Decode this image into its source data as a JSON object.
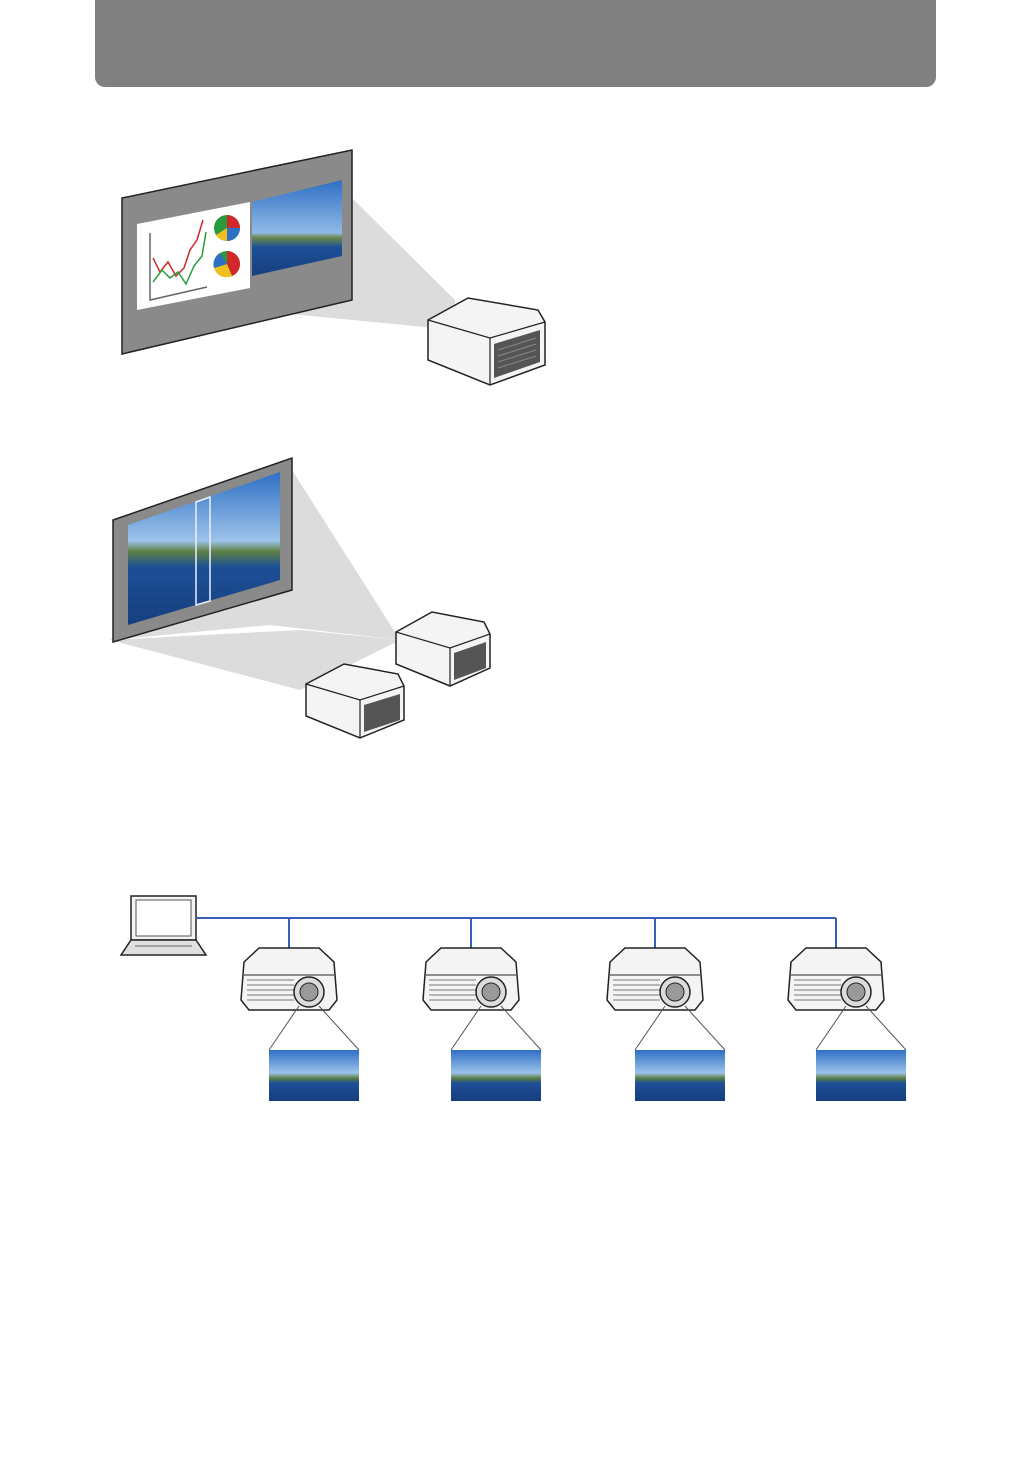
{
  "header": {
    "band_color": "#808080"
  },
  "figures": [
    {
      "name": "pip-projection",
      "projectors": 1
    },
    {
      "name": "edge-blending",
      "projectors": 2
    },
    {
      "name": "network-multi-projector",
      "projectors": 4,
      "network_line_color": "#3a5fb8"
    }
  ],
  "icons": [
    "projector-icon",
    "laptop-icon",
    "screen-icon",
    "line-chart-icon",
    "pie-chart-icon",
    "city-photo-icon"
  ]
}
